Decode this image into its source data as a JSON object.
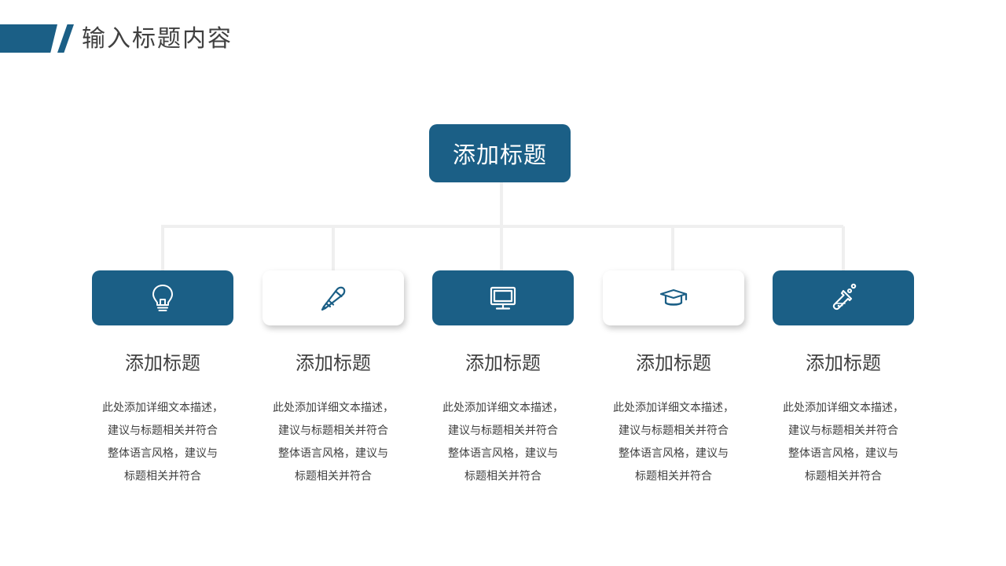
{
  "header": {
    "title": "输入标题内容"
  },
  "accent_color": "#1b5f86",
  "top_node": {
    "label": "添加标题"
  },
  "items": [
    {
      "icon": "lightbulb-icon",
      "style": "dark",
      "title": "添加标题",
      "desc": [
        "此处添加详细文本描述，",
        "建议与标题相关并符合",
        "整体语言风格，建议与",
        "标题相关并符合"
      ]
    },
    {
      "icon": "pencil-icon",
      "style": "light",
      "title": "添加标题",
      "desc": [
        "此处添加详细文本描述，",
        "建议与标题相关并符合",
        "整体语言风格，建议与",
        "标题相关并符合"
      ]
    },
    {
      "icon": "monitor-icon",
      "style": "dark",
      "title": "添加标题",
      "desc": [
        "此处添加详细文本描述，",
        "建议与标题相关并符合",
        "整体语言风格，建议与",
        "标题相关并符合"
      ]
    },
    {
      "icon": "graduation-cap-icon",
      "style": "light",
      "title": "添加标题",
      "desc": [
        "此处添加详细文本描述，",
        "建议与标题相关并符合",
        "整体语言风格，建议与",
        "标题相关并符合"
      ]
    },
    {
      "icon": "flask-icon",
      "style": "dark",
      "title": "添加标题",
      "desc": [
        "此处添加详细文本描述，",
        "建议与标题相关并符合",
        "整体语言风格，建议与",
        "标题相关并符合"
      ]
    }
  ]
}
